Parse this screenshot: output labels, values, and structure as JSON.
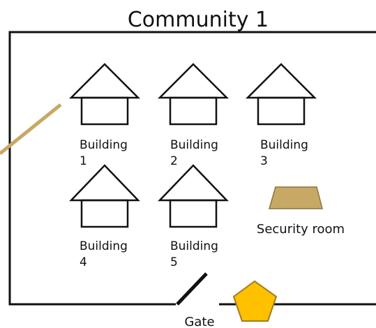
{
  "title": "Community 1",
  "buildings": [
    {
      "line1": "Building",
      "line2": "1"
    },
    {
      "line1": "Building",
      "line2": "2"
    },
    {
      "line1": "Building",
      "line2": "3"
    },
    {
      "line1": "Building",
      "line2": "4"
    },
    {
      "line1": "Building",
      "line2": "5"
    }
  ],
  "security_room_label": "Security room",
  "gate_label": "Gate",
  "colors": {
    "stroke": "#111111",
    "security_room_fill": "#c8a865",
    "fence_stick": "#c8a865",
    "pentagon_fill": "#ffc000",
    "pentagon_stroke": "#a07c22"
  }
}
